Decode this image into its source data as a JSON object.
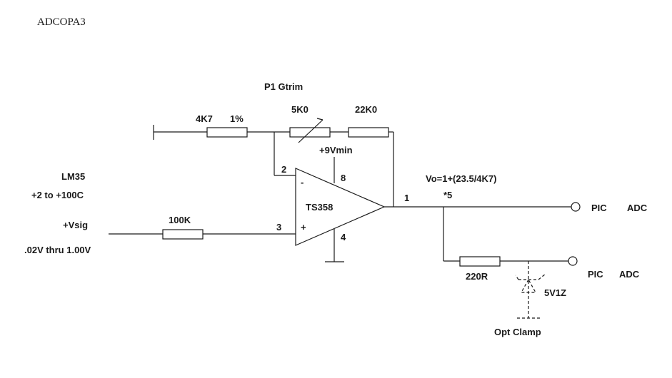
{
  "title": "ADCOPA3",
  "labels": {
    "p1_gtrim": "P1  Gtrim",
    "r_4k7": "4K7",
    "r_tol": "1%",
    "r_5k0": "5K0",
    "r_22k0": "22K0",
    "supply": "+9Vmin",
    "pin2": "2",
    "pin8": "8",
    "pin_minus": "-",
    "pin_plus": "+",
    "opamp": "TS358",
    "pin1": "1",
    "pin3": "3",
    "pin4": "4",
    "formula": "Vo=1+(23.5/4K7)",
    "gain_note": "*5",
    "sensor": "LM35",
    "sensor_range": "+2 to +100C",
    "vsig": "+Vsig",
    "vsig_range": ".02V thru 1.00V",
    "r_100k": "100K",
    "out1_pic": "PIC",
    "out1_adc": "ADC",
    "r_220r": "220R",
    "out2_pic": "PIC",
    "out2_adc": "ADC",
    "zener": "5V1Z",
    "clamp": "Opt Clamp"
  }
}
